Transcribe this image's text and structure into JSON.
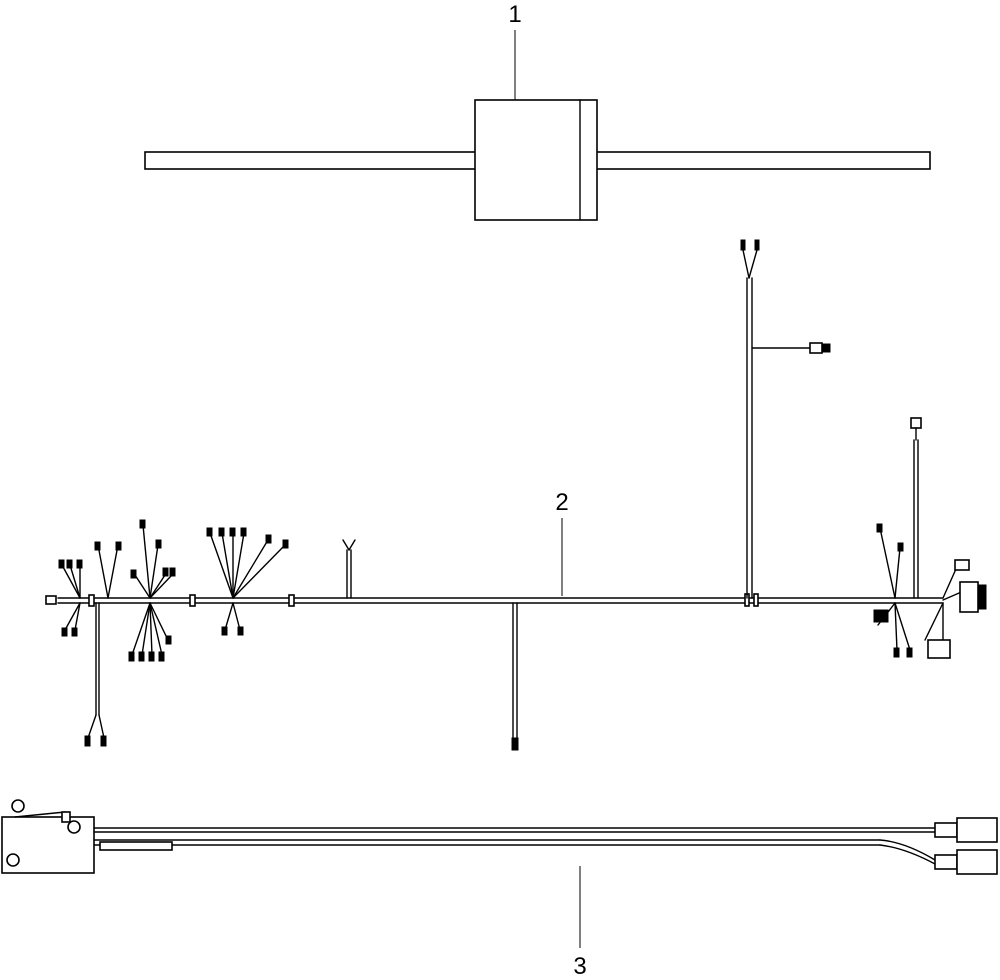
{
  "callouts": [
    {
      "id": "1",
      "label": "1"
    },
    {
      "id": "2",
      "label": "2"
    },
    {
      "id": "3",
      "label": "3"
    }
  ],
  "parts": [
    {
      "callout": "1",
      "icon": "strap-with-block-icon"
    },
    {
      "callout": "2",
      "icon": "wiring-harness-icon"
    },
    {
      "callout": "3",
      "icon": "microswitch-harness-icon"
    }
  ],
  "colors": {
    "line": "#000000",
    "background": "#ffffff"
  }
}
